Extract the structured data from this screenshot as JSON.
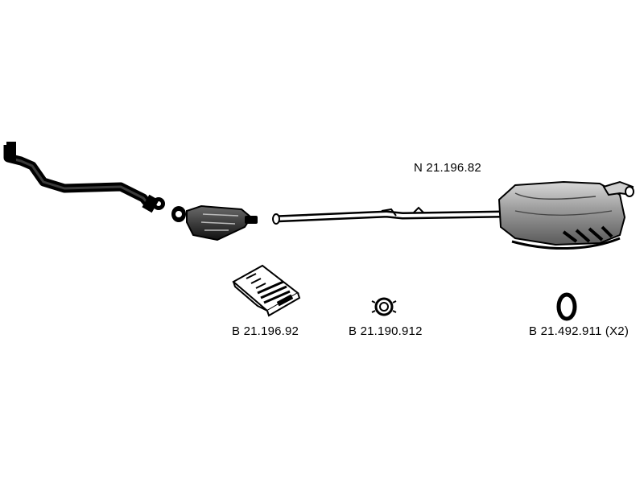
{
  "diagram": {
    "main_part_number": "N 21.196.82",
    "accessory_parts": [
      {
        "part_number": "B 21.196.92"
      },
      {
        "part_number": "B 21.190.912"
      },
      {
        "part_number": "B 21.492.911 (X2)"
      }
    ]
  },
  "colors": {
    "ink": "#000000",
    "background": "#ffffff",
    "muffler_shade": "#8a8a8a"
  },
  "icons": {
    "front_pipe": "front-pipe-icon",
    "catalytic_converter": "catalytic-converter-icon",
    "rear_silencer": "rear-silencer-icon",
    "mounting_kit": "mounting-kit-icon",
    "gasket": "gasket-icon",
    "rubber_ring": "rubber-ring-icon"
  }
}
